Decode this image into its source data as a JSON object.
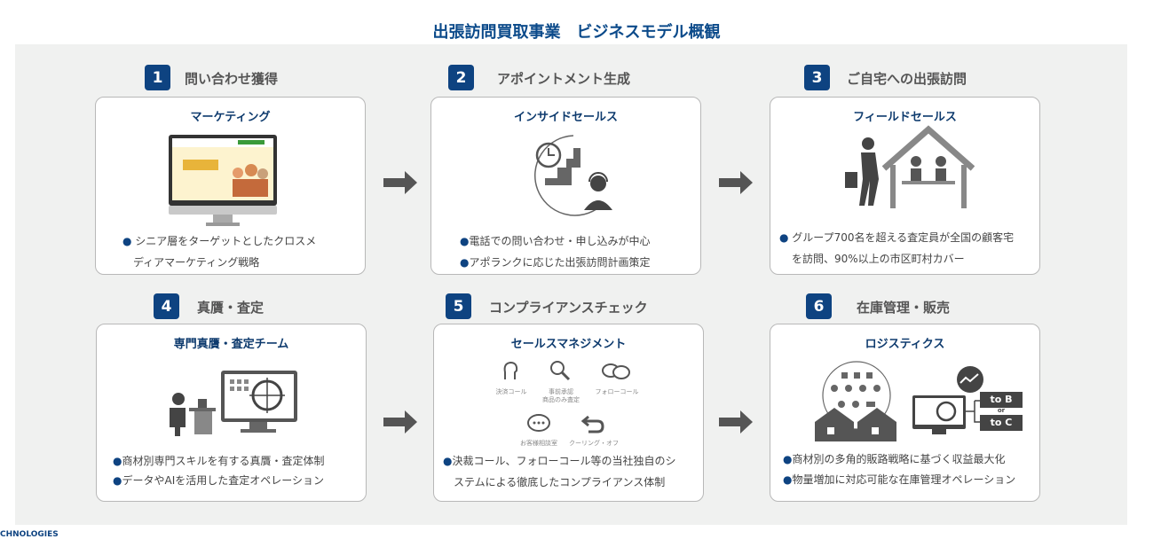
{
  "title": "出張訪問買取事業　ビジネスモデル概観",
  "colors": {
    "accent": "#0e4381",
    "panel": "#f0f1f0",
    "icon": "#555555"
  },
  "steps": [
    {
      "num": "1",
      "heading": "問い合わせ獲得",
      "card_title": "マーケティング",
      "bullets": [
        "シニア層をターゲットとしたクロスメ",
        "ディアマーケティング戦略"
      ],
      "icon": "monitor-website-icon"
    },
    {
      "num": "2",
      "heading": "アポイントメント生成",
      "card_title": "インサイドセールス",
      "bullets": [
        "電話での問い合わせ・申し込みが中心",
        "アポランクに応じた出張訪問計画策定"
      ],
      "icon": "clock-map-operator-icon"
    },
    {
      "num": "3",
      "heading": "ご自宅への出張訪問",
      "card_title": "フィールドセールス",
      "bullets": [
        "グループ700名を超える査定員が全国の顧客宅",
        "を訪問、90%以上の市区町村カバー"
      ],
      "icon": "salesperson-house-icon"
    },
    {
      "num": "4",
      "heading": "真贋・査定",
      "card_title": "専門真贋・査定チーム",
      "bullets": [
        "商材別専門スキルを有する真贋・査定体制",
        "データやAIを活用した査定オペレーション"
      ],
      "icon": "appraiser-monitor-icon"
    },
    {
      "num": "5",
      "heading": "コンプライアンスチェック",
      "card_title": "セールスマネジメント",
      "bullets": [
        "決裁コール、フォローコール等の当社独自のシ",
        "ステムによる徹底したコンプライアンス体制"
      ],
      "icon": "compliance-icons",
      "icon_labels": [
        "決済コール",
        "事前承認",
        "商品のみ査定",
        "フォローコール",
        "お客様相談室",
        "クーリング・オフ"
      ]
    },
    {
      "num": "6",
      "heading": "在庫管理・販売",
      "card_title": "ロジスティクス",
      "bullets": [
        "商材別の多角的販路戦略に基づく収益最大化",
        "物量増加に対応可能な在庫管理オペレーション"
      ],
      "icon": "warehouse-sales-icon",
      "channels": [
        "to B",
        "or",
        "to C"
      ]
    }
  ],
  "footer": "CHNOLOGIES"
}
